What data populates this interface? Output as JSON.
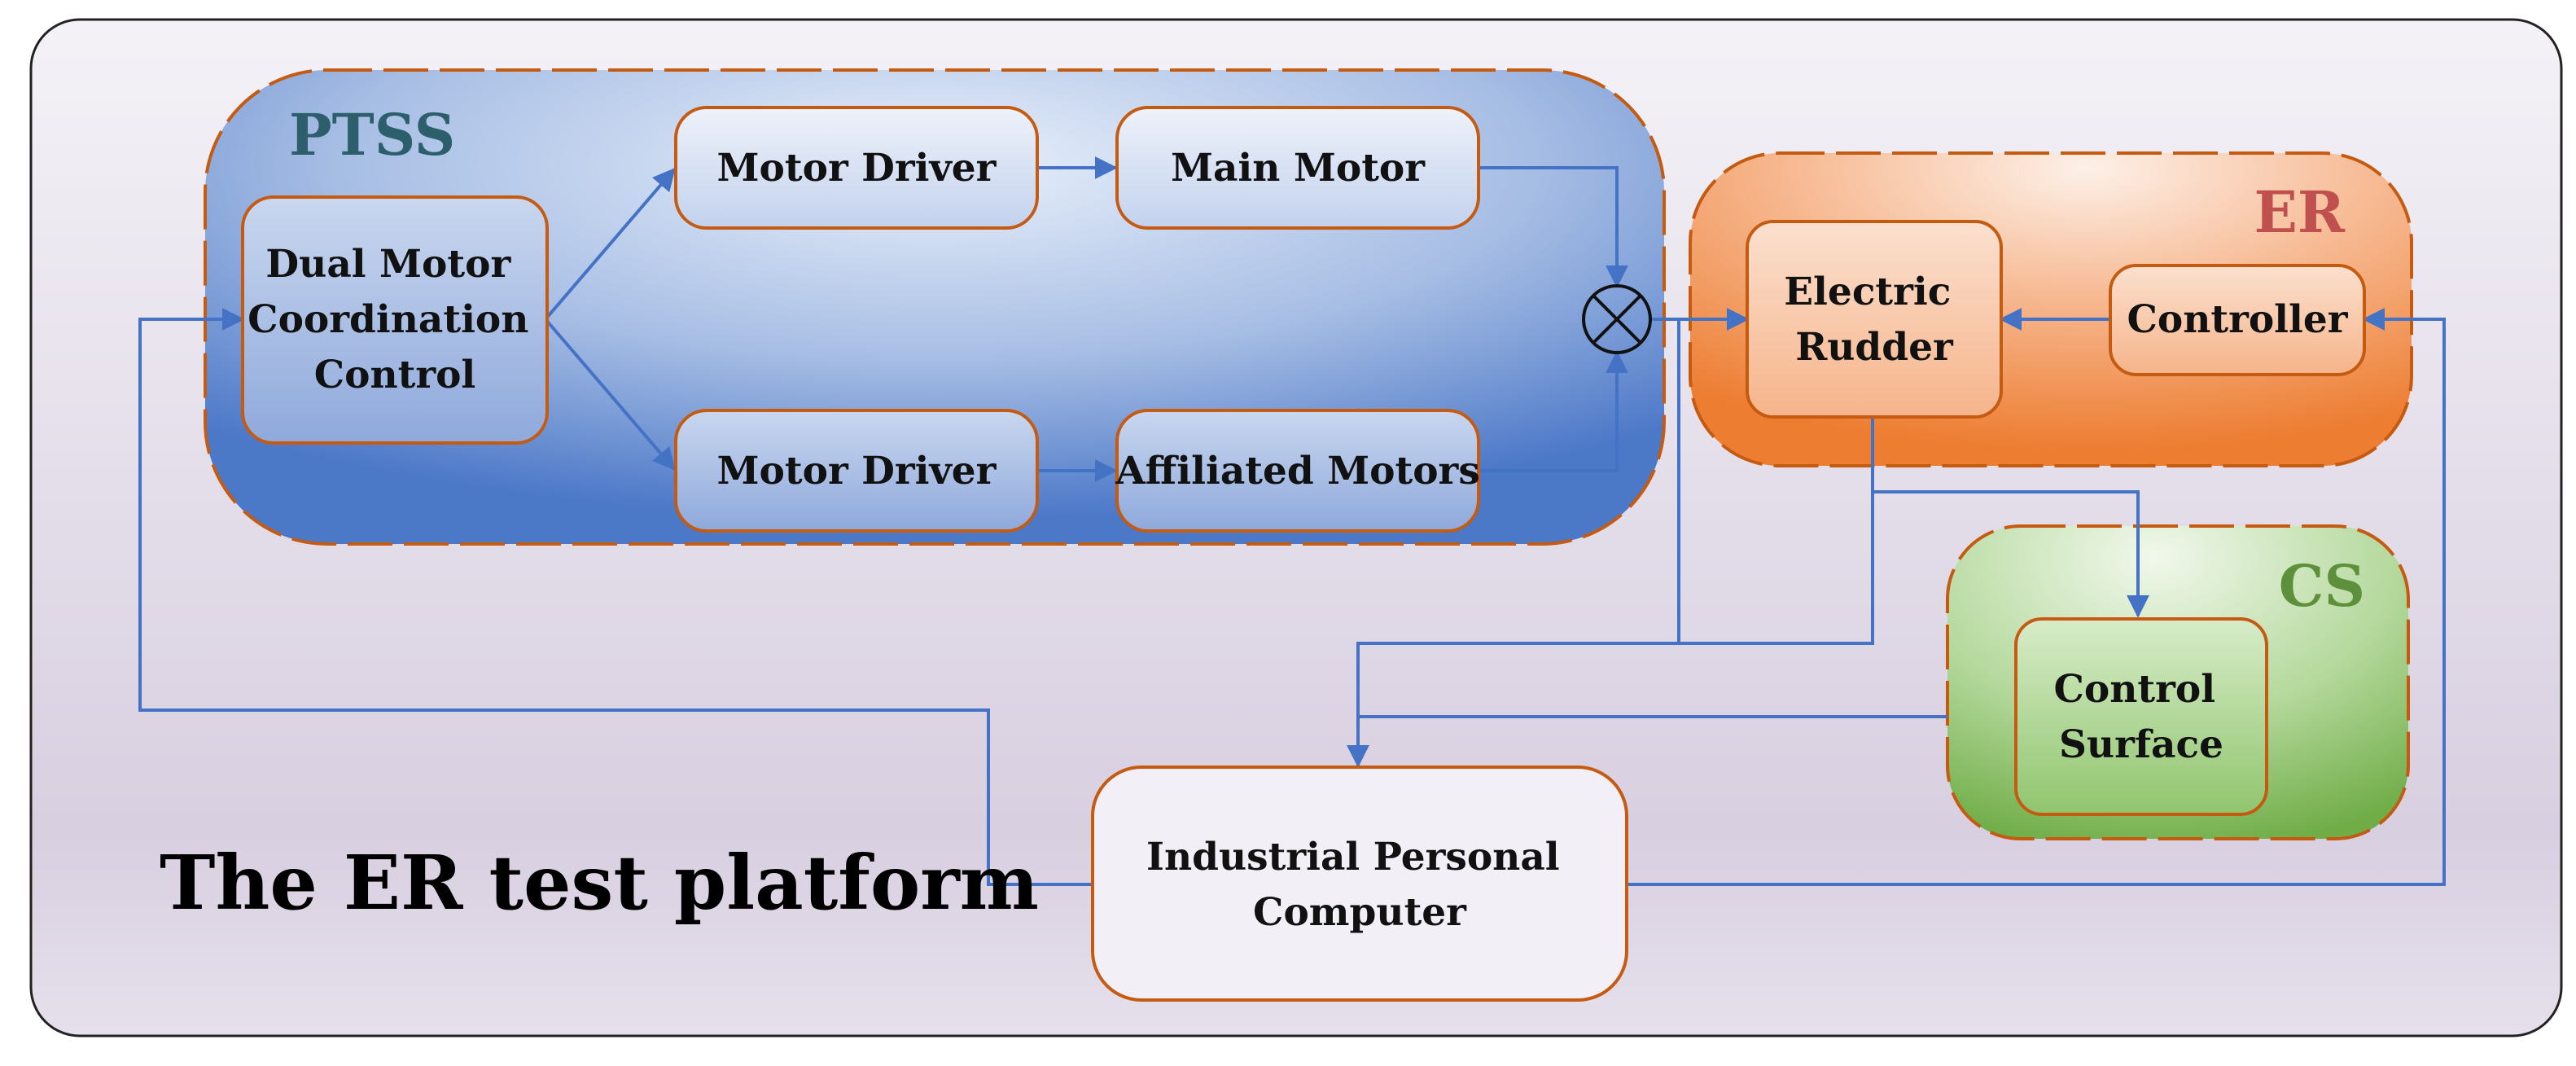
{
  "groups": {
    "ptss": {
      "label": "PTSS",
      "label_color": "#2c5f6b"
    },
    "er": {
      "label": "ER",
      "label_color": "#c0504d"
    },
    "cs": {
      "label": "CS",
      "label_color": "#5e8f3a"
    }
  },
  "blocks": {
    "dual_motor_control": {
      "lines": [
        "Dual Motor",
        "Coordination",
        "Control"
      ]
    },
    "motor_driver_top": {
      "lines": [
        "Motor Driver"
      ]
    },
    "main_motor": {
      "lines": [
        "Main Motor"
      ]
    },
    "motor_driver_bottom": {
      "lines": [
        "Motor Driver"
      ]
    },
    "affiliated_motors": {
      "lines": [
        "Affiliated Motors"
      ]
    },
    "electric_rudder": {
      "lines": [
        "Electric",
        "Rudder"
      ]
    },
    "controller": {
      "lines": [
        "Controller"
      ]
    },
    "control_surface": {
      "lines": [
        "Control",
        "Surface"
      ]
    },
    "industrial_pc": {
      "lines": [
        "Industrial Personal",
        "Computer"
      ]
    }
  },
  "summing_junction_icon": "circle-cross-icon",
  "title": "The ER test platform",
  "colors": {
    "border_orange": "#c55a11",
    "arrow_blue": "#4472c4",
    "ptss_fill": "#4472c4",
    "er_fill": "#ed7d31",
    "cs_fill": "#70ad47"
  }
}
